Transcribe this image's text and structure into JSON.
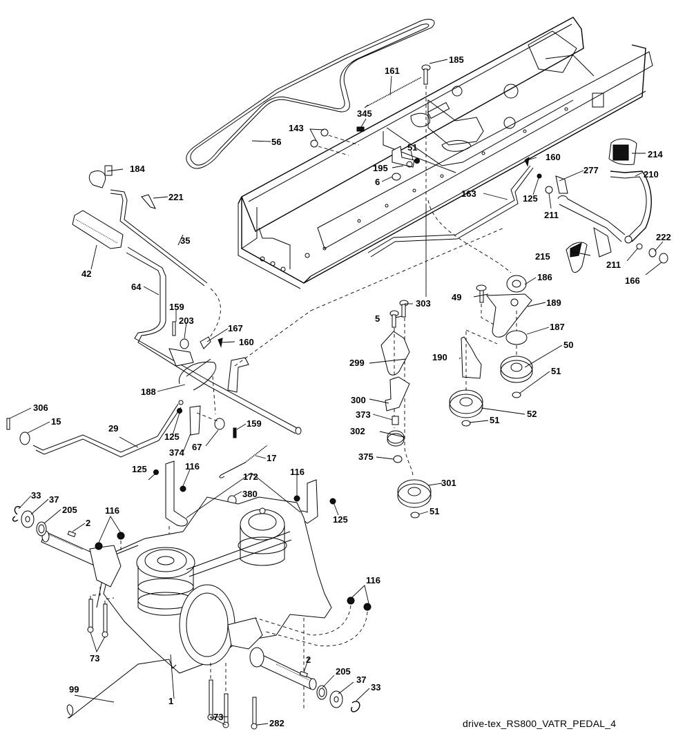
{
  "diagram": {
    "type": "exploded-parts-diagram",
    "caption": "drive-tex_RS800_VATR_PEDAL_4",
    "line_color": "#000000",
    "background": "#ffffff"
  },
  "callouts": [
    {
      "id": "c185",
      "label": "185",
      "part": "bolt-185"
    },
    {
      "id": "c161",
      "label": "161",
      "part": "spring-161"
    },
    {
      "id": "c345",
      "label": "345",
      "part": "bolt-345"
    },
    {
      "id": "c143",
      "label": "143",
      "part": "bolts-143"
    },
    {
      "id": "c56",
      "label": "56",
      "part": "drive-belt-56"
    },
    {
      "id": "c51a",
      "label": "51",
      "part": "nut-51"
    },
    {
      "id": "c195",
      "label": "195",
      "part": "bracket-195"
    },
    {
      "id": "c6",
      "label": "6",
      "part": "spacer-6"
    },
    {
      "id": "c160a",
      "label": "160",
      "part": "clip-160"
    },
    {
      "id": "c214",
      "label": "214",
      "part": "pedal-pad-214"
    },
    {
      "id": "c210",
      "label": "210",
      "part": "brake-pedal-arm-210"
    },
    {
      "id": "c277",
      "label": "277",
      "part": "bracket-277"
    },
    {
      "id": "c163",
      "label": "163",
      "part": "rod-163"
    },
    {
      "id": "c125a",
      "label": "125",
      "part": "bolt-125"
    },
    {
      "id": "c211a",
      "label": "211",
      "part": "bushing-211"
    },
    {
      "id": "c222",
      "label": "222",
      "part": "washer-222"
    },
    {
      "id": "c215",
      "label": "215",
      "part": "pedal-pad-215"
    },
    {
      "id": "c211b",
      "label": "211",
      "part": "bushing-211"
    },
    {
      "id": "c166",
      "label": "166",
      "part": "ring-166"
    },
    {
      "id": "c184",
      "label": "184",
      "part": "knob-184"
    },
    {
      "id": "c221",
      "label": "221",
      "part": "clip-221"
    },
    {
      "id": "c42",
      "label": "42",
      "part": "pedal-pad-42"
    },
    {
      "id": "c35",
      "label": "35",
      "part": "rod-35"
    },
    {
      "id": "c64",
      "label": "64",
      "part": "pedal-arm-64"
    },
    {
      "id": "c186",
      "label": "186",
      "part": "idler-pulley-186"
    },
    {
      "id": "c49",
      "label": "49",
      "part": "bolt-49"
    },
    {
      "id": "c303",
      "label": "303",
      "part": "bolt-303"
    },
    {
      "id": "c189",
      "label": "189",
      "part": "idler-bracket-189"
    },
    {
      "id": "c5",
      "label": "5",
      "part": "bolt-5"
    },
    {
      "id": "c159a",
      "label": "159",
      "part": "bolt-159"
    },
    {
      "id": "c203",
      "label": "203",
      "part": "washer-203"
    },
    {
      "id": "c167",
      "label": "167",
      "part": "link-167"
    },
    {
      "id": "c160b",
      "label": "160",
      "part": "clip-160"
    },
    {
      "id": "c187",
      "label": "187",
      "part": "washer-187"
    },
    {
      "id": "c50",
      "label": "50",
      "part": "pulley-50"
    },
    {
      "id": "c299",
      "label": "299",
      "part": "bracket-299"
    },
    {
      "id": "c190",
      "label": "190",
      "part": "belt-guide-190"
    },
    {
      "id": "c51b",
      "label": "51",
      "part": "nut-51"
    },
    {
      "id": "c188",
      "label": "188",
      "part": "rod-188"
    },
    {
      "id": "c300",
      "label": "300",
      "part": "bracket-300"
    },
    {
      "id": "c52",
      "label": "52",
      "part": "pulley-52"
    },
    {
      "id": "c306",
      "label": "306",
      "part": "pin-306"
    },
    {
      "id": "c15",
      "label": "15",
      "part": "washer-15"
    },
    {
      "id": "c373",
      "label": "373",
      "part": "spacer-373"
    },
    {
      "id": "c51c",
      "label": "51",
      "part": "nut-51"
    },
    {
      "id": "c29",
      "label": "29",
      "part": "rod-29"
    },
    {
      "id": "c125b",
      "label": "125",
      "part": "bolt-125"
    },
    {
      "id": "c302",
      "label": "302",
      "part": "pulley-302"
    },
    {
      "id": "c374",
      "label": "374",
      "part": "bracket-374"
    },
    {
      "id": "c67",
      "label": "67",
      "part": "washer-67"
    },
    {
      "id": "c159b",
      "label": "159",
      "part": "bolt-159"
    },
    {
      "id": "c375",
      "label": "375",
      "part": "nut-375"
    },
    {
      "id": "c17",
      "label": "17",
      "part": "spring-17"
    },
    {
      "id": "c125c",
      "label": "125",
      "part": "bolt-125"
    },
    {
      "id": "c116a",
      "label": "116",
      "part": "nut-116"
    },
    {
      "id": "c172",
      "label": "172",
      "part": "brackets-172"
    },
    {
      "id": "c116b",
      "label": "116",
      "part": "nut-116"
    },
    {
      "id": "c301",
      "label": "301",
      "part": "pulley-301"
    },
    {
      "id": "c380",
      "label": "380",
      "part": "bushing-380"
    },
    {
      "id": "c125d",
      "label": "125",
      "part": "bolt-125"
    },
    {
      "id": "c33a",
      "label": "33",
      "part": "e-clip-33"
    },
    {
      "id": "c37a",
      "label": "37",
      "part": "washer-37"
    },
    {
      "id": "c205a",
      "label": "205",
      "part": "washer-205"
    },
    {
      "id": "c116c",
      "label": "116",
      "part": "nuts-116"
    },
    {
      "id": "c2a",
      "label": "2",
      "part": "key-2"
    },
    {
      "id": "c51d",
      "label": "51",
      "part": "nut-51"
    },
    {
      "id": "c116d",
      "label": "116",
      "part": "nuts-116"
    },
    {
      "id": "c73a",
      "label": "73",
      "part": "bolts-73"
    },
    {
      "id": "c2b",
      "label": "2",
      "part": "key-2"
    },
    {
      "id": "c99",
      "label": "99",
      "part": "bypass-rod-99"
    },
    {
      "id": "c205b",
      "label": "205",
      "part": "washer-205"
    },
    {
      "id": "c37b",
      "label": "37",
      "part": "washer-37"
    },
    {
      "id": "c1",
      "label": "1",
      "part": "transaxle-1"
    },
    {
      "id": "c33b",
      "label": "33",
      "part": "e-clip-33"
    },
    {
      "id": "c73b",
      "label": "73",
      "part": "bolts-73"
    },
    {
      "id": "c282",
      "label": "282",
      "part": "bolt-282"
    }
  ]
}
